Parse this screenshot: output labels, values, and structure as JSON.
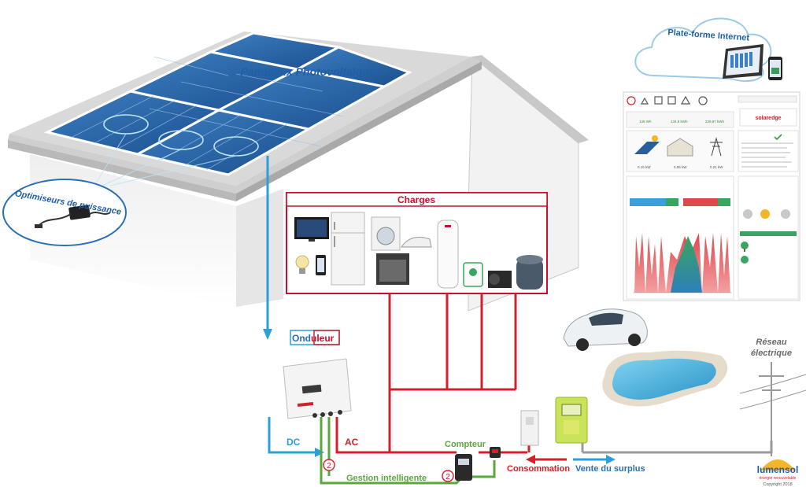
{
  "labels": {
    "panels": "Panneaux Photovoltaïques",
    "optimizers": "Optimiseurs de puissance",
    "charges": "Charges",
    "inverter_part1": "Ond",
    "inverter_part2": "uleur",
    "dc": "DC",
    "ac": "AC",
    "meter": "Compteur",
    "smart_management": "Gestion intelligente",
    "consumption": "Consommation",
    "surplus_sale": "Vente du surplus",
    "grid_line1": "Réseau",
    "grid_line2": "électrique",
    "cloud": "Plate-forme Internet",
    "marker": "2"
  },
  "brand": {
    "name": "lumensol",
    "tagline": "énergie renouvelable",
    "copyright": "Copyright 2018"
  },
  "dashboard": {
    "production_values": [
      "149 Wh",
      "134.8 kWh",
      "229,87 kWh"
    ],
    "flow_values": [
      "0.16 kW",
      "0.05 kW",
      "0.21 kW"
    ],
    "brand": "solaredge"
  },
  "colors": {
    "dc_line": "#2a9fd8",
    "ac_line": "#d4202a",
    "management_line": "#5aa83c",
    "grid_line": "#9a9a9a",
    "label_blue": "#1e5fa8",
    "charges_red": "#c8102e"
  }
}
